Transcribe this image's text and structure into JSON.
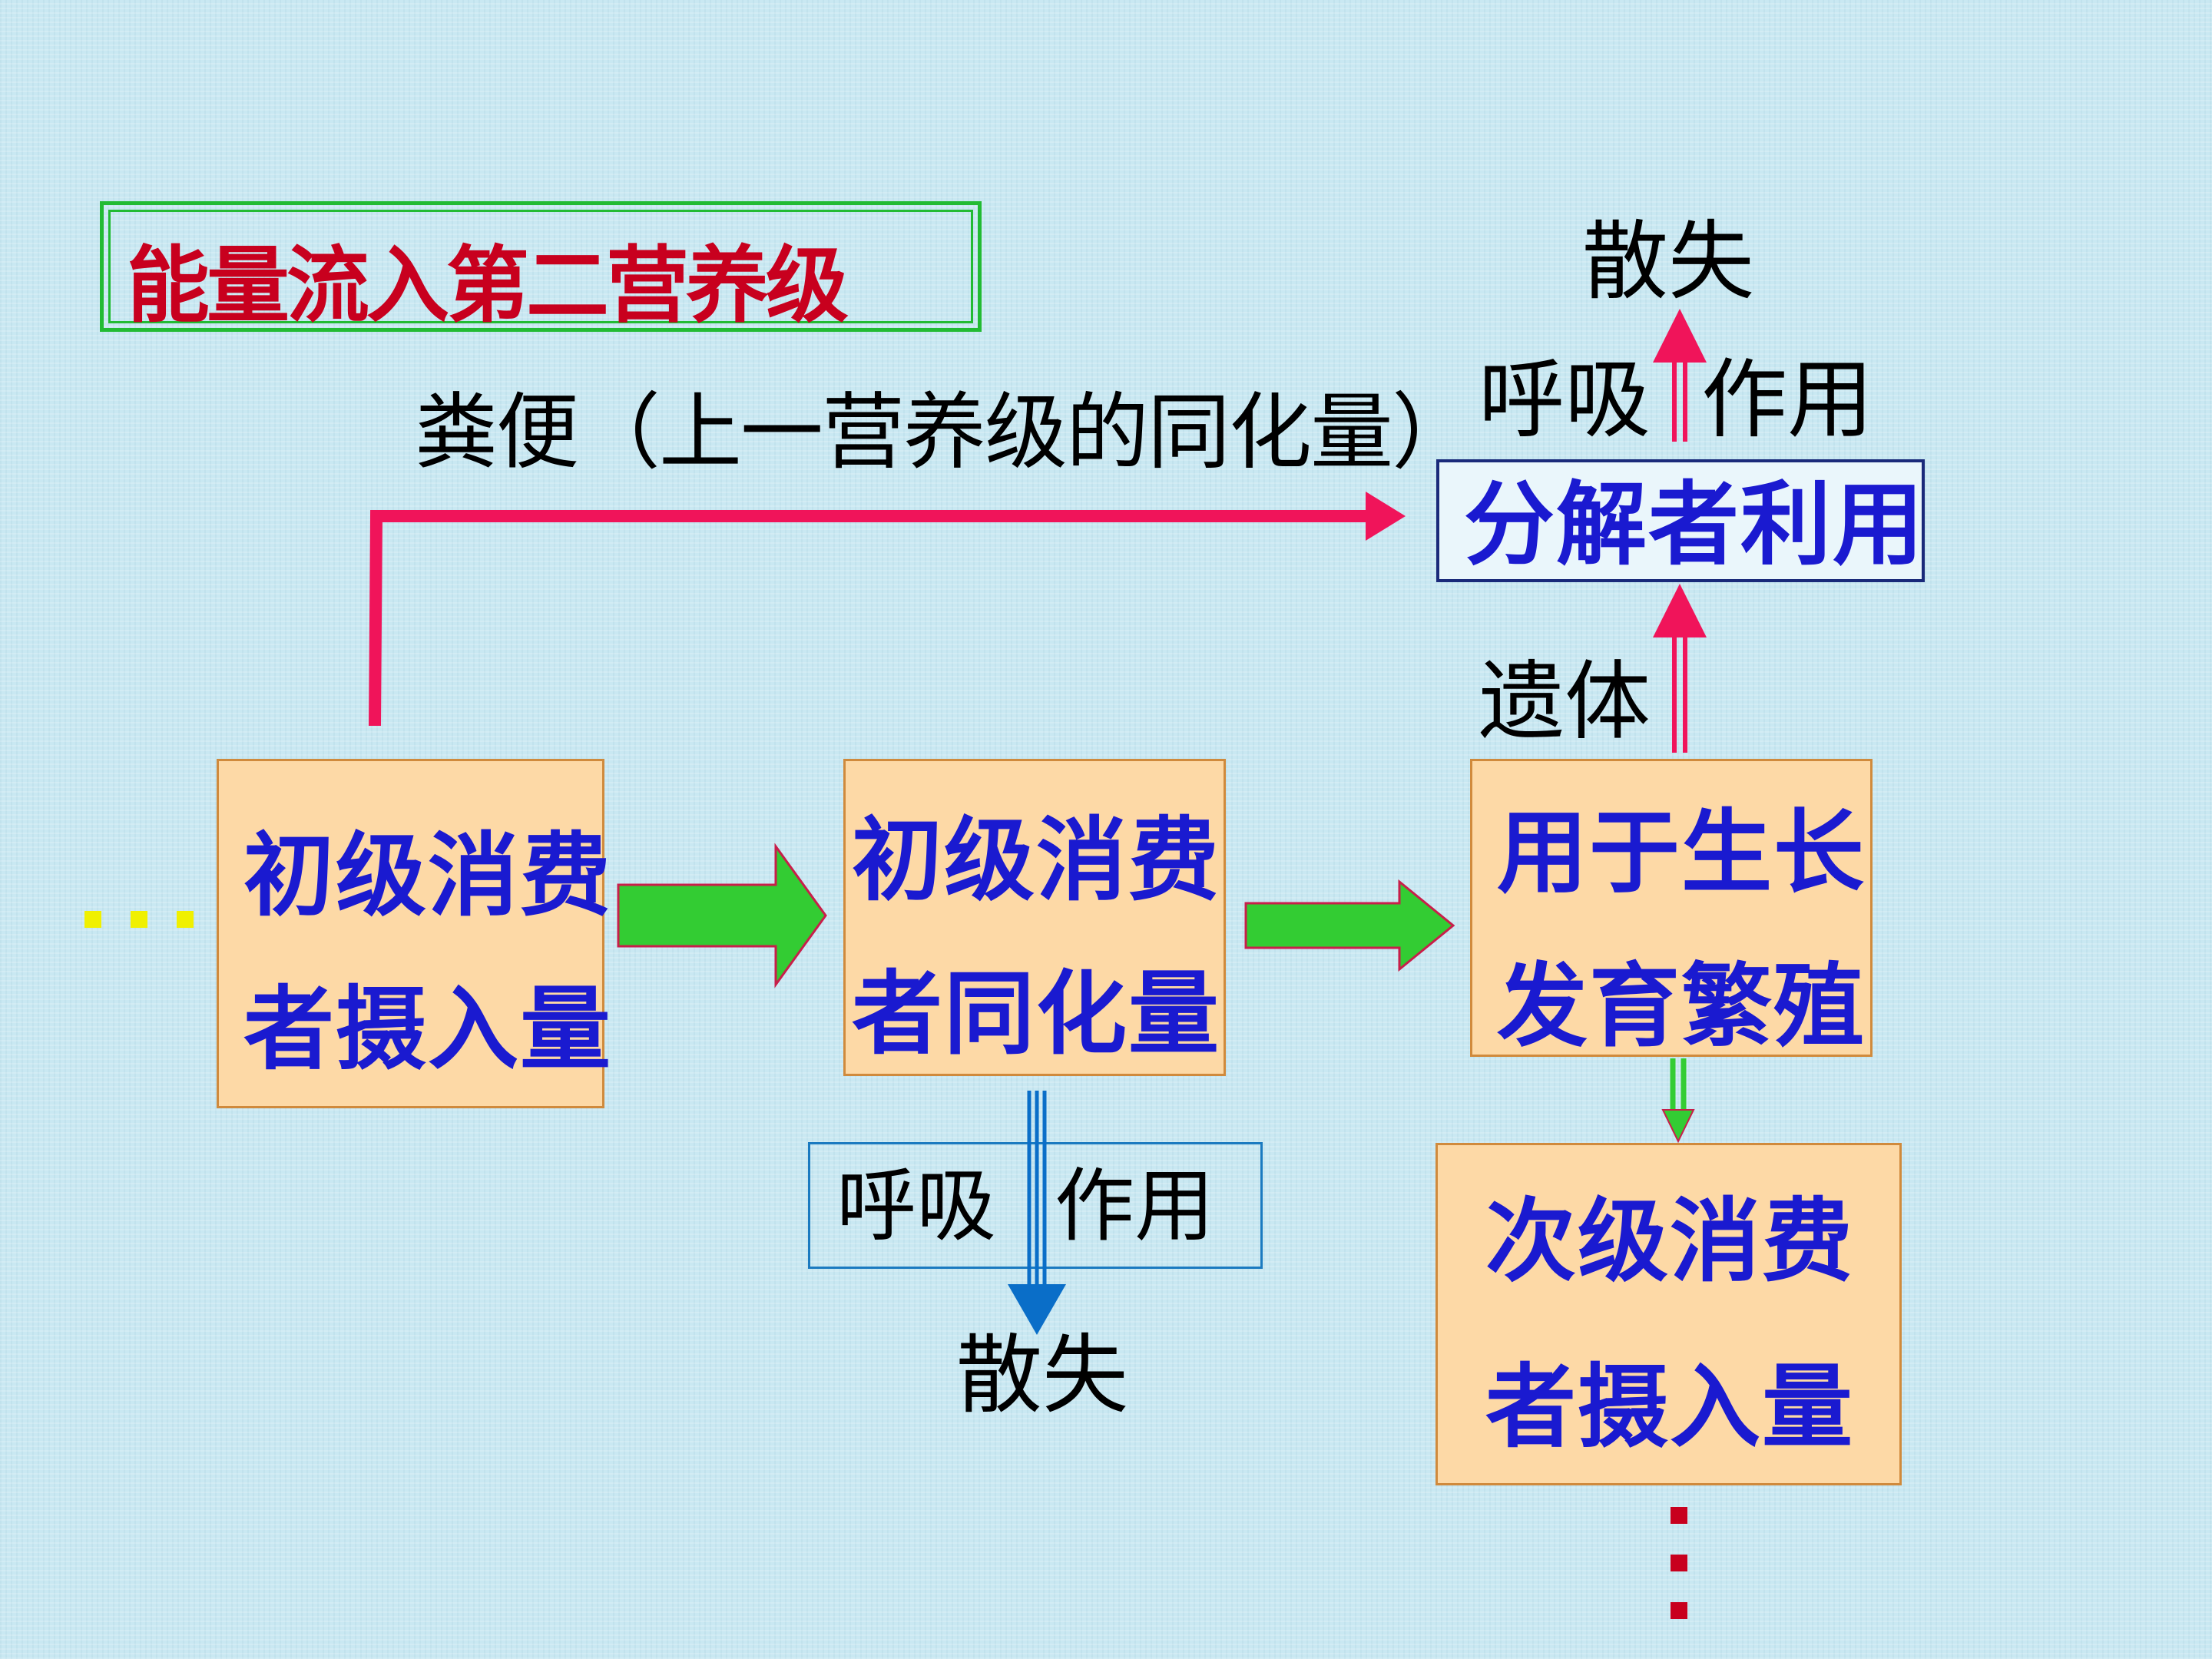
{
  "title": "能量流入第二营养级",
  "feces_label": "粪便（上一营养级的同化量）",
  "top_right": {
    "dissipate": "散失",
    "respiration_left": "呼吸",
    "respiration_right": "作用",
    "decomposer": "分解者利用",
    "remains": "遗体"
  },
  "boxes": {
    "intake_line1": "初级消费",
    "intake_line2": "者摄入量",
    "assim_line1": "初级消费",
    "assim_line2": "者同化量",
    "growth_line1": "用于生长",
    "growth_line2": "发育繁殖",
    "secondary_line1": "次级消费",
    "secondary_line2": "者摄入量"
  },
  "bottom_mid": {
    "respiration_left": "呼吸",
    "respiration_right": "作用",
    "dissipate": "散失"
  },
  "colors": {
    "title_red": "#c8001e",
    "pink_arrow": "#f0145a",
    "green_arrow": "#33cc33",
    "blue_arrow": "#0a6ec8",
    "box_fill": "#fdd9a6",
    "box_text_blue": "#1a1ad0",
    "dots_yellow": "#f0f000",
    "dots_red": "#c8001e"
  }
}
